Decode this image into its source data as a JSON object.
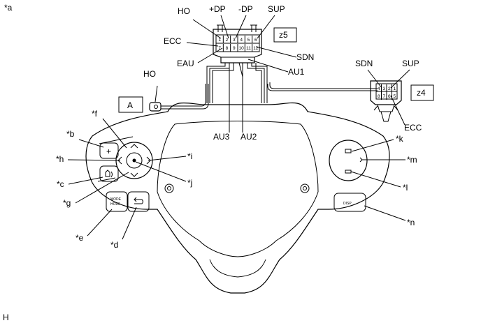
{
  "figure_id": "*a",
  "footer_mark": "H",
  "connector_z5": {
    "label": "z5",
    "pins_top": [
      "1",
      "2",
      "3",
      "4",
      "5",
      "6"
    ],
    "pins_bottom": [
      "7",
      "8",
      "9",
      "10",
      "11",
      "12"
    ],
    "signals": [
      "HO",
      "+DP",
      "-DP",
      "SUP",
      "ECC",
      "EAU",
      "SDN",
      "AU1"
    ]
  },
  "connector_z4": {
    "label": "z4",
    "pins_top": [
      "4",
      "3",
      "2",
      "1"
    ],
    "pins_bottom": [
      "8",
      "7",
      "6",
      "5"
    ],
    "signals": [
      "SDN",
      "SUP",
      "ECC"
    ]
  },
  "harness": {
    "ho_label": "HO",
    "box_label": "A",
    "au3_label": "AU3",
    "au2_label": "AU2"
  },
  "switch_labels": {
    "plus": "+",
    "mode": "MODE",
    "hold": "HOLD",
    "disp": "DISP"
  },
  "callouts": [
    "*f",
    "*b",
    "*h",
    "*c",
    "*g",
    "*e",
    "*d",
    "*i",
    "*j",
    "*k",
    "*m",
    "*l",
    "*n"
  ]
}
